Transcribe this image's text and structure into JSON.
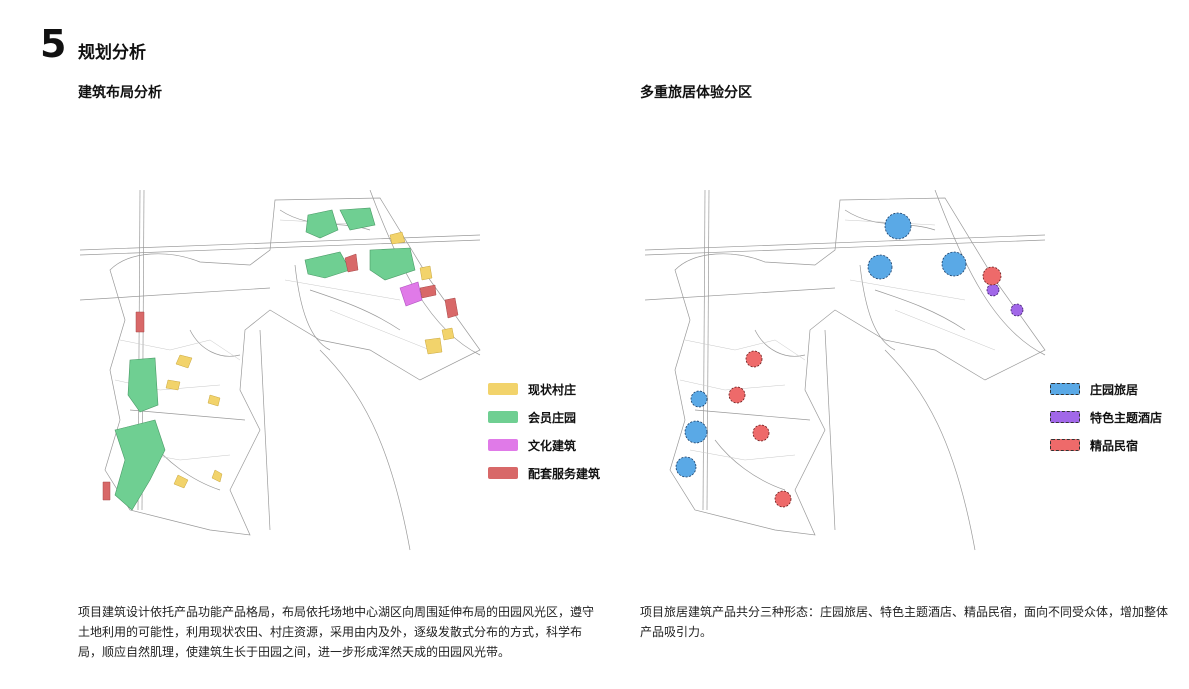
{
  "section": {
    "number": "5",
    "title": "规划分析"
  },
  "left_panel": {
    "title": "建筑布局分析",
    "legend": [
      {
        "label": "现状村庄",
        "color": "#f2d36b"
      },
      {
        "label": "会员庄园",
        "color": "#6fcf92"
      },
      {
        "label": "文化建筑",
        "color": "#e07ae8"
      },
      {
        "label": "配套服务建筑",
        "color": "#d86868"
      }
    ],
    "description": "项目建筑设计依托产品功能产品格局，布局依托场地中心湖区向周围延伸布局的田园风光区，遵守土地利用的可能性，利用现状农田、村庄资源，采用由内及外，逐级发散式分布的方式，科学布局，顺应自然肌理，使建筑生长于田园之间，进一步形成浑然天成的田园风光带。"
  },
  "right_panel": {
    "title": "多重旅居体验分区",
    "legend": [
      {
        "label": "庄园旅居",
        "color": "#5aa9e6"
      },
      {
        "label": "特色主题酒店",
        "color": "#a167e8"
      },
      {
        "label": "精品民宿",
        "color": "#ee6a6a"
      }
    ],
    "description": "项目旅居建筑产品共分三种形态：庄园旅居、特色主题酒店、精品民宿，面向不同受众体，增加整体产品吸引力。"
  }
}
